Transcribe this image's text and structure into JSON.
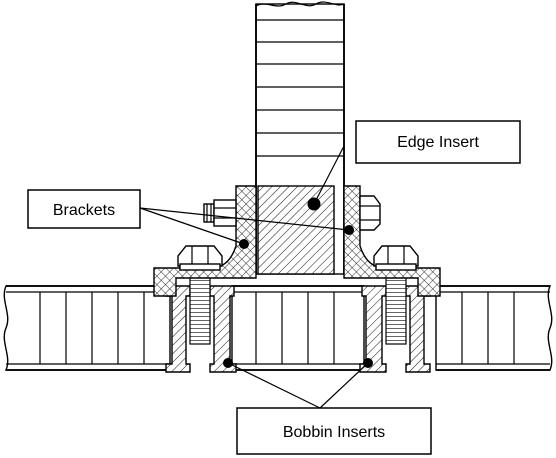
{
  "labels": {
    "edge_insert": "Edge Insert",
    "brackets": "Brackets",
    "bobbin_inserts": "Bobbin Inserts"
  }
}
